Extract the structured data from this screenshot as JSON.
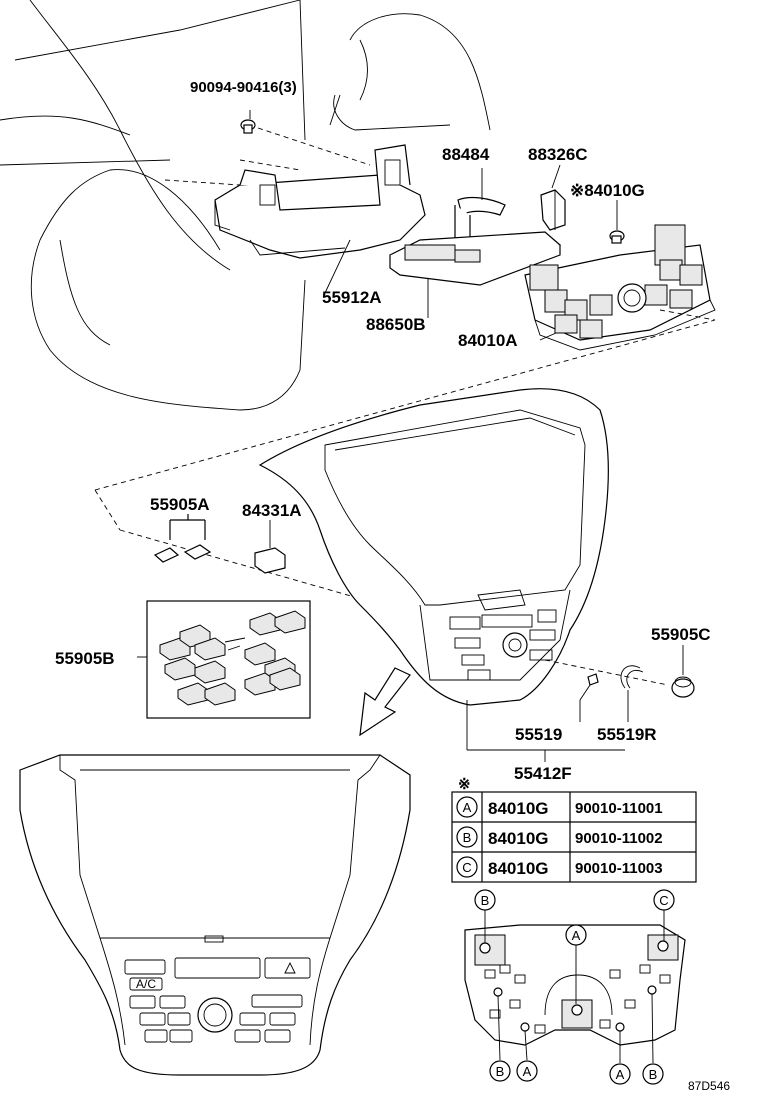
{
  "labels": {
    "bolt": "90094-90416(3)",
    "connector": "88484",
    "clip": "88326C",
    "switch_g": "※84010G",
    "bracket": "55912A",
    "amp": "88650B",
    "switch_a": "84010A",
    "knob_a": "55905A",
    "cover": "84331A",
    "knob_b": "55905B",
    "knob_c": "55905C",
    "part_55519": "55519",
    "part_55519r": "55519R",
    "panel": "55412F",
    "code": "87D546"
  },
  "table": {
    "marker": "※",
    "rows": [
      {
        "letter": "A",
        "part": "84010G",
        "number": "90010-11001"
      },
      {
        "letter": "B",
        "part": "84010G",
        "number": "90010-11002"
      },
      {
        "letter": "C",
        "part": "84010G",
        "number": "90010-11003"
      }
    ]
  },
  "callouts": {
    "top_b": "B",
    "top_a": "A",
    "top_c": "C",
    "bot_b1": "B",
    "bot_a1": "A",
    "bot_a2": "A",
    "bot_b2": "B"
  },
  "panel_display": {
    "ac_text": "A/C"
  }
}
